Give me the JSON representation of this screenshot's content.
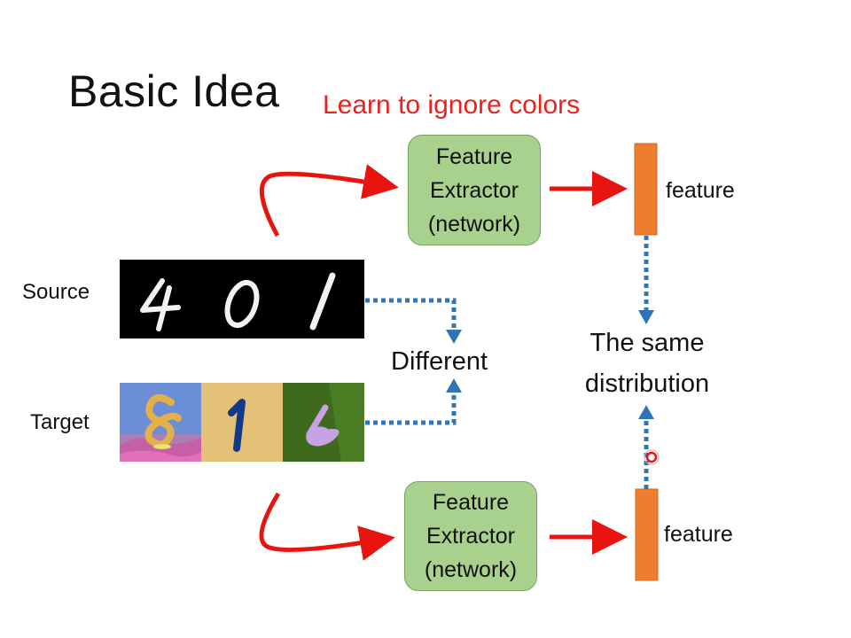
{
  "title": "Basic Idea",
  "subtitle": "Learn to ignore colors",
  "extractor_top": {
    "lines": [
      "Feature",
      "Extractor",
      "(network)"
    ]
  },
  "extractor_bottom": {
    "lines": [
      "Feature",
      "Extractor",
      "(network)"
    ]
  },
  "feature_top_label": "feature",
  "feature_bottom_label": "feature",
  "source_label": "Source",
  "target_label": "Target",
  "different_label": "Different",
  "same_distribution": {
    "line1": "The same",
    "line2": "distribution"
  },
  "source_digits": [
    "4",
    "0",
    "1"
  ],
  "target_digits": [
    "8",
    "1",
    "6"
  ],
  "colors": {
    "subtitle": "#e8231e",
    "red_arrow": "#e8140f",
    "blue_dotted": "#2e75b6",
    "box_fill": "#a9d18e",
    "feature_bar": "#ed7d31"
  }
}
